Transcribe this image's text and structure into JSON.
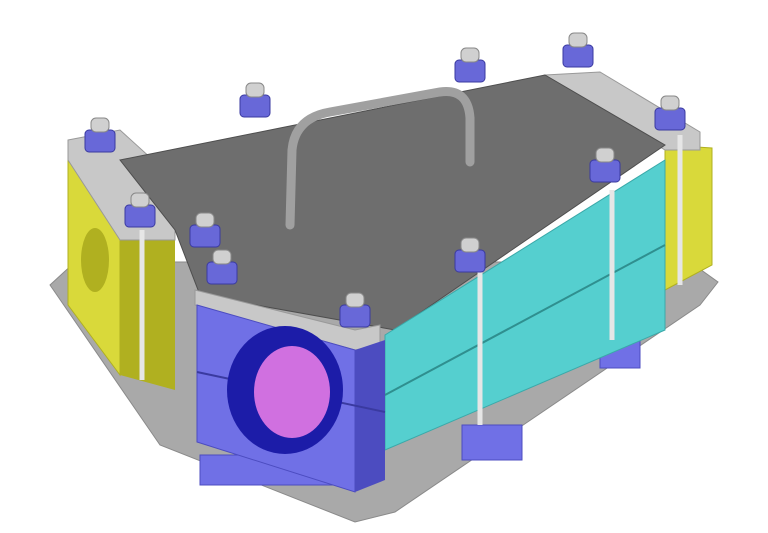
{
  "colors": {
    "background": "#ffffff",
    "base_plate": "#a9a9a9",
    "base_plate_edge": "#8a8a8a",
    "top_plate": "#6e6e6e",
    "top_plate_edge": "#4e4e4e",
    "cyan_panel": "#55cfcf",
    "cyan_panel_dark": "#3aa9a9",
    "blue_clamp": "#7070e6",
    "blue_clamp_dark": "#4c4cc0",
    "clamp_ring": "#1c1ca8",
    "pipe_inner": "#d070e0",
    "yellow_block": "#d9d93a",
    "yellow_block_dark": "#b0b020",
    "steel": "#c8c8c8",
    "bolt_hex": "#6868d8",
    "bolt_cap": "#d0d0d0"
  },
  "bolts": [
    {
      "id": "bolt-1"
    },
    {
      "id": "bolt-2"
    },
    {
      "id": "bolt-3"
    },
    {
      "id": "bolt-4"
    },
    {
      "id": "bolt-5"
    },
    {
      "id": "bolt-6"
    },
    {
      "id": "bolt-7"
    },
    {
      "id": "bolt-8"
    },
    {
      "id": "bolt-9"
    },
    {
      "id": "bolt-10"
    },
    {
      "id": "bolt-11"
    }
  ]
}
